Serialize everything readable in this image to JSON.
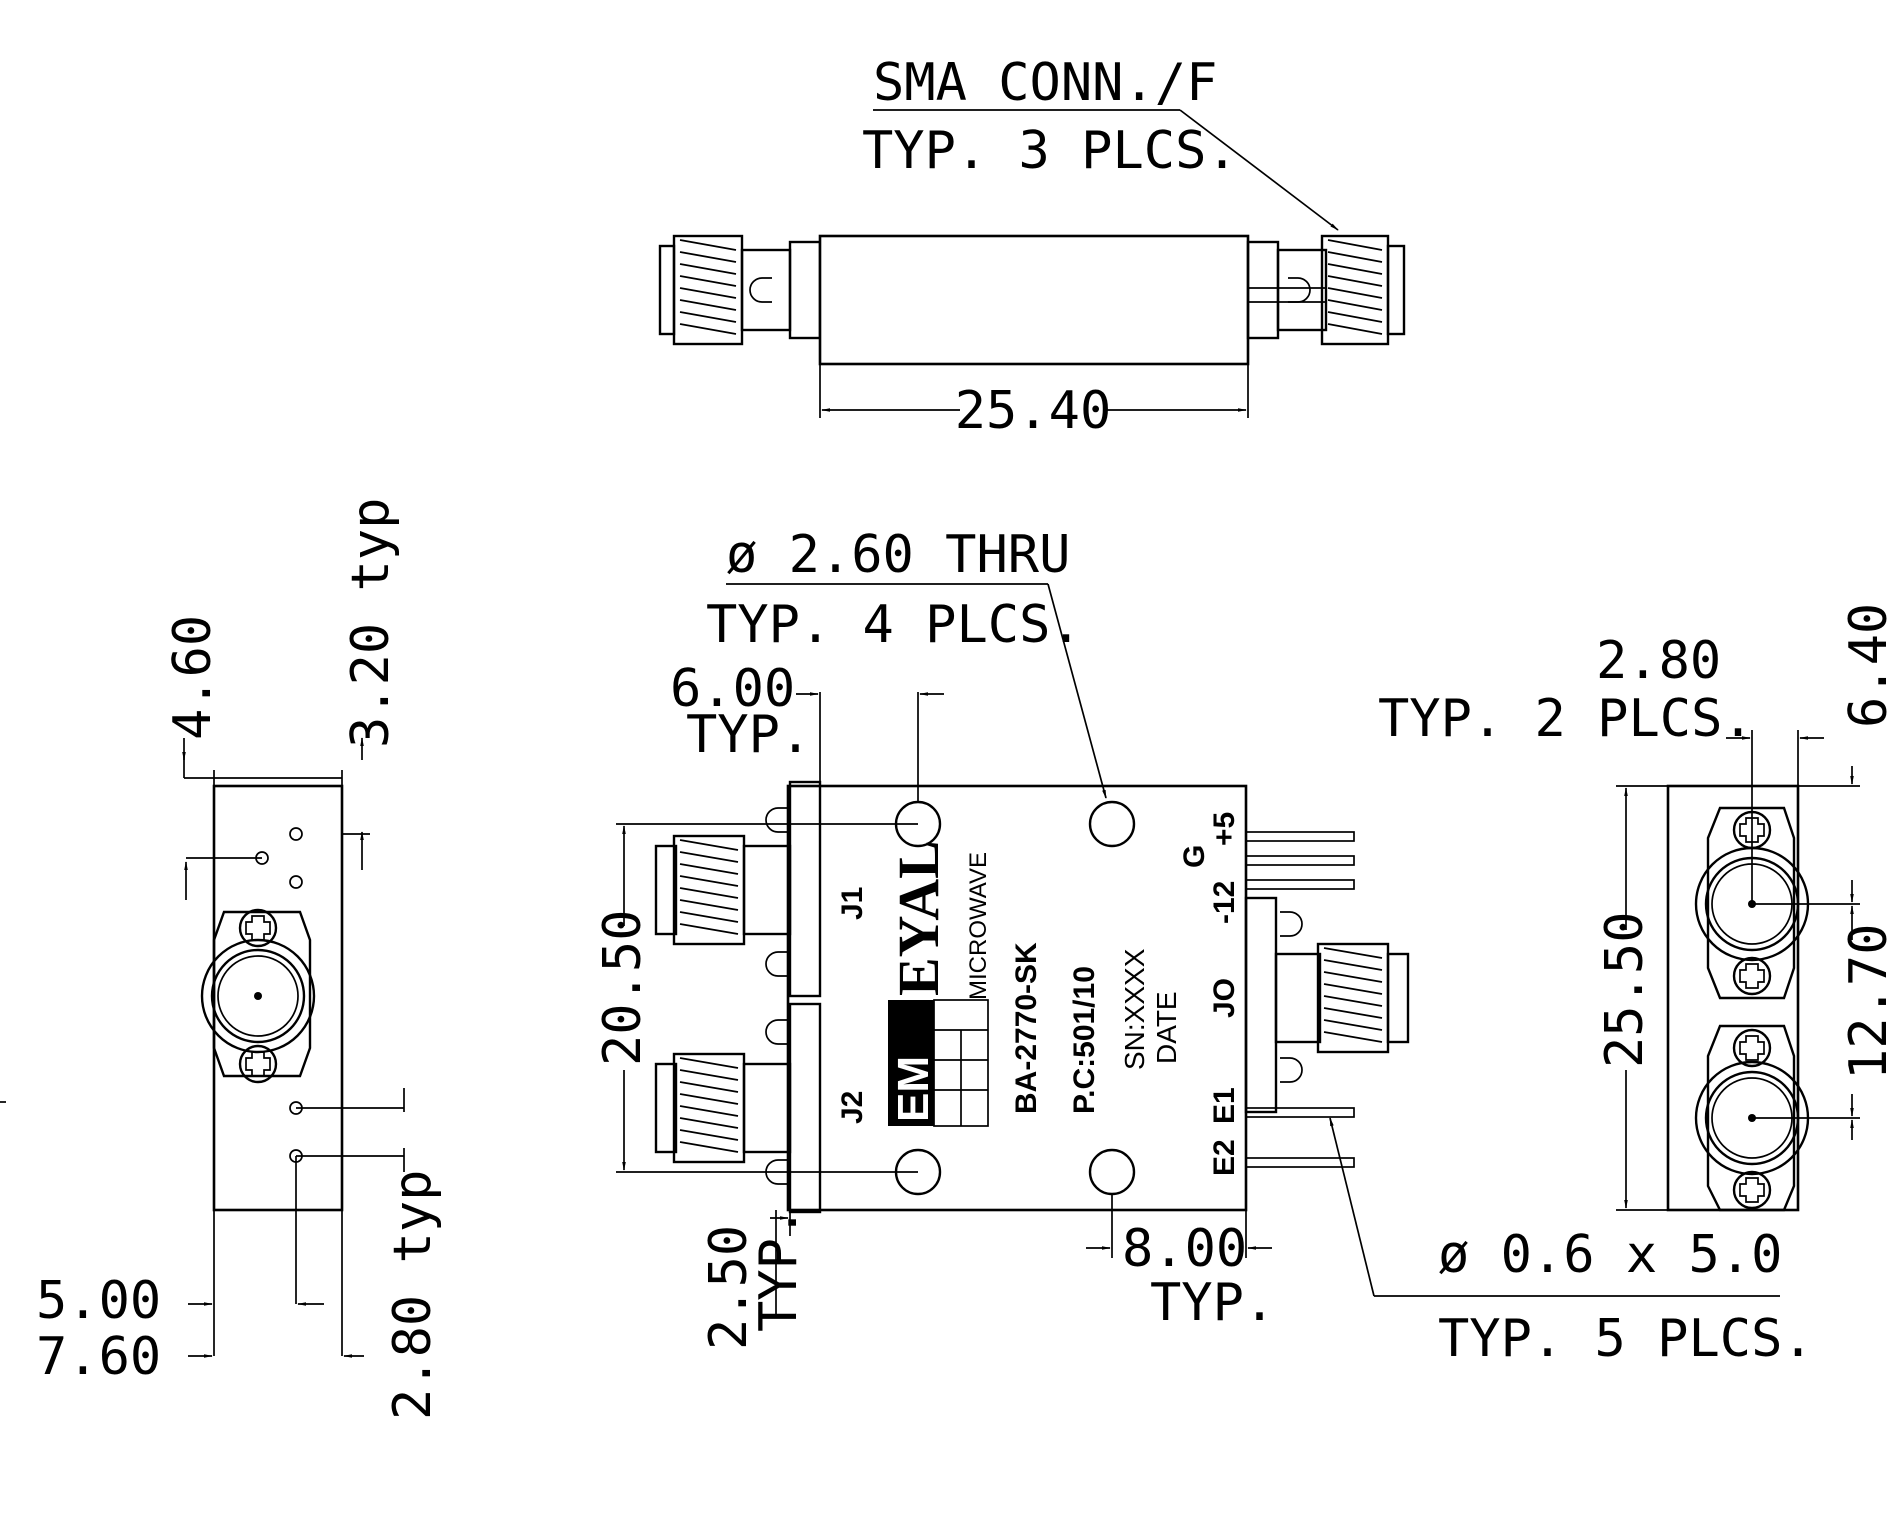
{
  "top_view": {
    "sma_label": "SMA CONN./F",
    "sma_typ": "TYP. 3 PLCS.",
    "length_dim": "25.40"
  },
  "side_view": {
    "dim_460": "4.60",
    "dim_320": "3.20 typ",
    "dim_500": "5.00",
    "dim_760": "7.60",
    "dim_280": "2.80 typ"
  },
  "front_view": {
    "hole_label": "ø 2.60 THRU",
    "hole_typ": "TYP. 4 PLCS.",
    "dim_600": "6.00",
    "dim_600_typ": "TYP.",
    "dim_2050": "20.50",
    "dim_250": "2.50",
    "dim_250_typ": "TYP.",
    "dim_800": "8.00",
    "dim_800_typ": "TYP.",
    "pin_label": "ø 0.6 x 5.0",
    "pin_typ": "TYP. 5 PLCS.",
    "port_j1": "J1",
    "port_j2": "J2",
    "port_jo": "JO",
    "pin_plus5": "+5",
    "pin_g": "G",
    "pin_minus12": "-12",
    "pin_e1": "E1",
    "pin_e2": "E2",
    "logo_em": "EM",
    "logo_eyal": "EYAL",
    "logo_micro": "MICROWAVE",
    "part_number": "BA-2770-SK",
    "pc_number": "P.C:501/10",
    "serial": "SN:XXXX",
    "date": "DATE"
  },
  "end_view": {
    "dim_280": "2.80",
    "dim_280_typ": "TYP. 2 PLCS.",
    "dim_640": "6.40",
    "dim_2550": "25.50",
    "dim_1270": "12.70"
  }
}
